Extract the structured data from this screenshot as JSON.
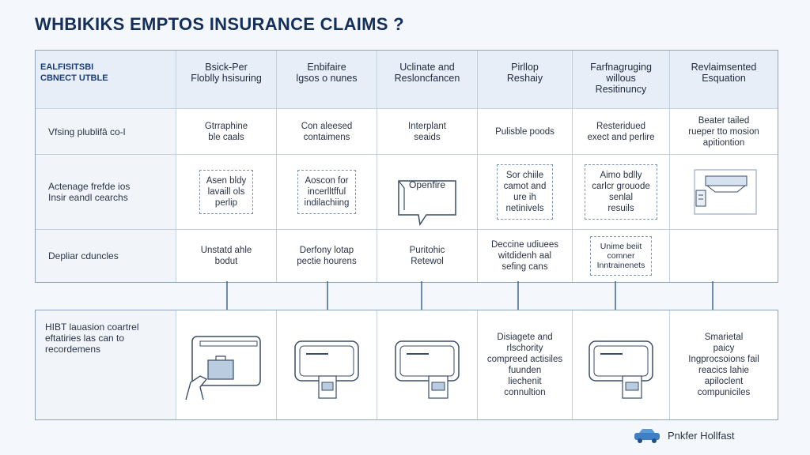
{
  "title": "WHBIKIKS EMPTOS INSURANCE CLAIMS ?",
  "grid": {
    "corner": "EALFISITSBI\nCBNECT UTBLE",
    "columns": [
      "Bsick-Per\nFloblly hsisuring",
      "Enbifaire\nlgsos o nunes",
      "Uclinate and\nResloncfancen",
      "Pirllop\nReshaiy",
      "Farfnagruging\nwillous\nResitinuncy",
      "Revlaimsented\nEsquation"
    ],
    "rows": [
      {
        "label": "Vfsing plublifâ co-l",
        "cells": [
          "Gtrraphine\nble caals",
          "Con aleesed\ncontaimens",
          "Interplant\nseaids",
          "Pulisble poods",
          "Resteridued\nexect and perlire",
          "Beater tailed\nrueper tto mosion\napitiontion"
        ]
      },
      {
        "label": "Actenage frefde ios\nInsir eandl cearchs",
        "cells": [
          "Asen bldy\nlavaill ols\nperlip",
          "Aoscon for\nincerlltfful\nindilachiing",
          "Openfire",
          "Sor chiile\ncamot and\nure ih\nnetinivels",
          "Aimo bdlly\ncarlcr grouode\nsenlal\nresuils",
          ""
        ]
      },
      {
        "label": "Depliar cduncles",
        "cells": [
          "Unstatd ahle\nbodut",
          "Derfony lotap\npectie hourens",
          "Puritohic\nRetewol",
          "Deccine udiuees\nwitdidenh aal\nsefing cans",
          "Unime beiit\ncomner\nInntrainenets",
          ""
        ]
      }
    ]
  },
  "lower": {
    "label": "HIBT lauasion coartrel\neftatiries las can to\nrecordemens",
    "cells": [
      "",
      "",
      "",
      "Disiagete and\nrlschority\ncompreed actisiles\nfuunden\nliechenit\nconnultion",
      "",
      "Smarietal\npaicy\nIngprocsoions fail\nreacics lahie\napiloclent\ncompuniciles"
    ]
  },
  "footer": {
    "brand": "Pnkfer Hollfast"
  },
  "colors": {
    "title": "#14305a",
    "line": "#2f5c8f",
    "dot": "#2f5c8f",
    "border": "#8ea3bd",
    "header_bg": "#e7eef7"
  }
}
